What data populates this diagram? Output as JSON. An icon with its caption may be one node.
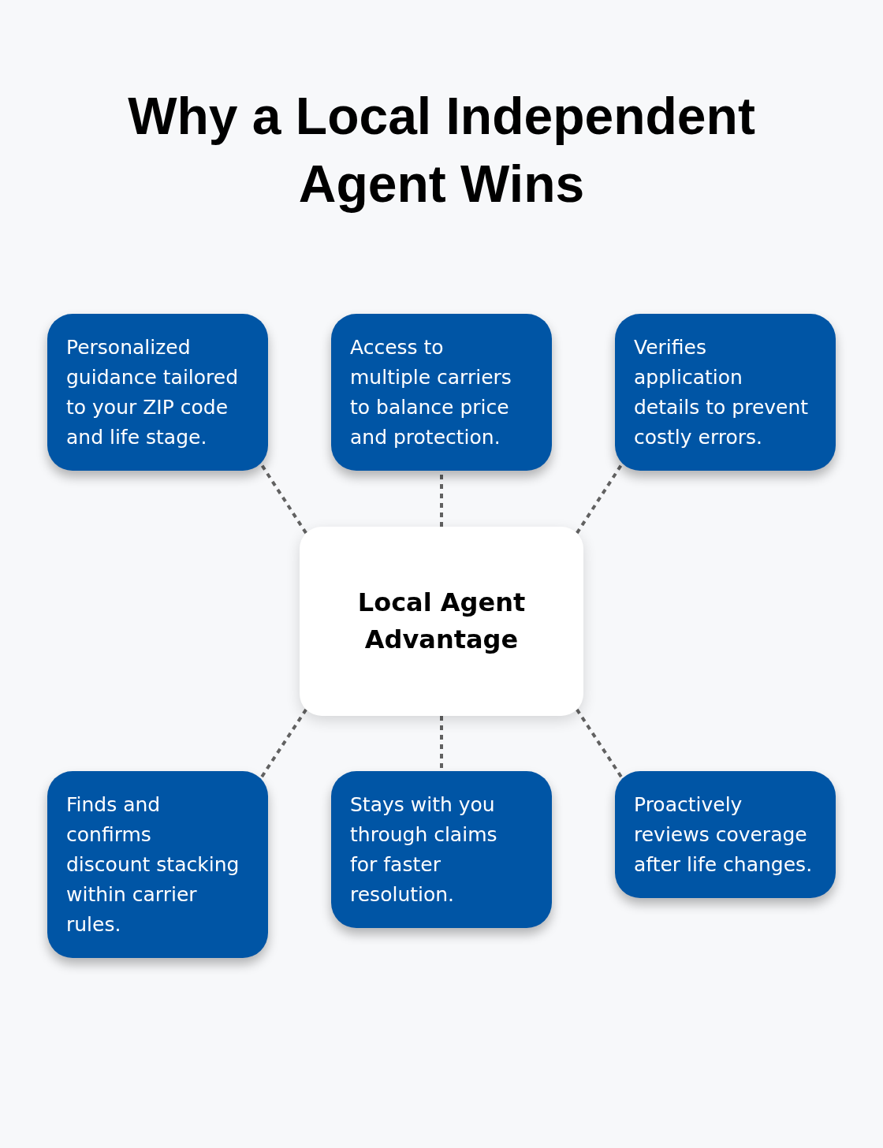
{
  "diagram": {
    "title": "Why a Local Independent Agent Wins",
    "nodes": [
      {
        "text": [
          "Personalized guidance tailored to your ZIP code and life stage."
        ]
      },
      {
        "text": [
          "Access to multiple carriers to balance price and protection."
        ]
      },
      {
        "text": [
          "Verifies application details to prevent costly errors."
        ]
      },
      {
        "text": [
          "Local Agent Advantage"
        ]
      },
      {
        "text": [
          "Finds and confirms discount stacking within carrier rules."
        ]
      },
      {
        "text": [
          "Stays with you through claims for faster resolution."
        ]
      },
      {
        "text": [
          "Proactively reviews coverage after life changes."
        ]
      }
    ],
    "edges": [
      {
        "from": 3,
        "to": 0,
        "arrow": "none",
        "style": "dashed"
      },
      {
        "from": 3,
        "to": 1,
        "arrow": "none",
        "style": "dashed"
      },
      {
        "from": 3,
        "to": 2,
        "arrow": "none",
        "style": "dashed"
      },
      {
        "from": 3,
        "to": 4,
        "arrow": "none",
        "style": "dashed"
      },
      {
        "from": 3,
        "to": 5,
        "arrow": "none",
        "style": "dashed"
      },
      {
        "from": 3,
        "to": 6,
        "arrow": "none",
        "style": "dashed"
      }
    ]
  }
}
